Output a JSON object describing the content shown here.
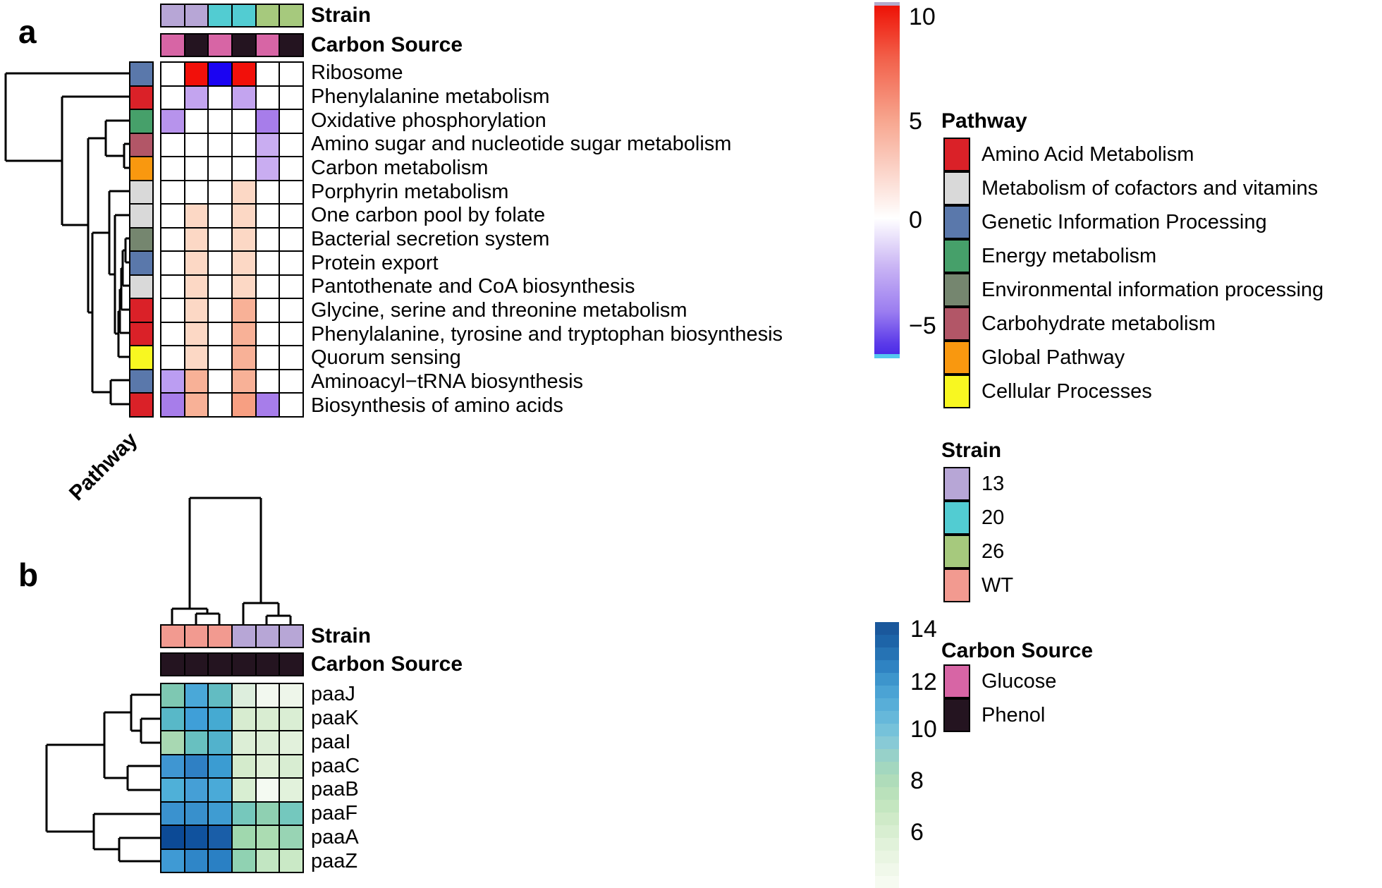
{
  "panel_a": {
    "letter": "a",
    "strain_label": "Strain",
    "carbon_label": "Carbon Source",
    "pathway_axis_label": "Pathway"
  },
  "panel_b": {
    "letter": "b",
    "strain_label": "Strain",
    "carbon_label": "Carbon Source"
  },
  "legends": {
    "pathway": {
      "title": "Pathway",
      "entries": [
        {
          "label": "Amino Acid Metabolism",
          "color": "#da2128"
        },
        {
          "label": "Metabolism of cofactors and vitamins",
          "color": "#d9d9d9"
        },
        {
          "label": "Genetic Information Processing",
          "color": "#5a78ab"
        },
        {
          "label": "Energy metabolism",
          "color": "#46a06a"
        },
        {
          "label": "Environmental information processing",
          "color": "#75866f"
        },
        {
          "label": "Carbohydrate metabolism",
          "color": "#b25667"
        },
        {
          "label": "Global Pathway",
          "color": "#f9980f"
        },
        {
          "label": "Cellular Processes",
          "color": "#f8f721"
        }
      ]
    },
    "strain": {
      "title": "Strain",
      "entries": [
        {
          "label": "13",
          "color": "#b7a6d6"
        },
        {
          "label": "20",
          "color": "#52ccd2"
        },
        {
          "label": "26",
          "color": "#a6c97d"
        },
        {
          "label": "WT",
          "color": "#f29a90"
        }
      ]
    },
    "carbon": {
      "title": "Carbon Source",
      "entries": [
        {
          "label": "Glucose",
          "color": "#d765a5"
        },
        {
          "label": "Phenol",
          "color": "#241420"
        }
      ]
    }
  },
  "colorbar_a": {
    "ticks": [
      "10",
      "5",
      "0",
      "−5"
    ],
    "top_cap_color": "#b3aacb",
    "bottom_cap_color": "#55c8ee",
    "gradient": [
      "#ee1206",
      "#f2604a",
      "#f7a68f",
      "#ffffff",
      "#c9b4f4",
      "#9a7cf0",
      "#5b3ae9",
      "#4b2ce8"
    ]
  },
  "colorbar_b": {
    "ticks": [
      "14",
      "12",
      "10",
      "8",
      "6"
    ],
    "band_colors": [
      "#1a589c",
      "#1d64a8",
      "#2673b4",
      "#2f83c2",
      "#3d95cc",
      "#4ba3d4",
      "#58aed8",
      "#66b8da",
      "#76c2da",
      "#88cad6",
      "#97d1c9",
      "#a3d7bf",
      "#afdcba",
      "#bae1bb",
      "#c4e6c0",
      "#cfeac8",
      "#d8eed1",
      "#e1f2da",
      "#e9f5e2",
      "#f0f8ea",
      "#f6fbf1"
    ]
  },
  "chart_data": [
    {
      "type": "heatmap",
      "panel": "a",
      "title": "Pathway enrichment heatmap",
      "legend_position": "right",
      "columns": [
        {
          "strain": "13",
          "carbon": "Glucose"
        },
        {
          "strain": "13",
          "carbon": "Phenol"
        },
        {
          "strain": "20",
          "carbon": "Glucose"
        },
        {
          "strain": "20",
          "carbon": "Phenol"
        },
        {
          "strain": "26",
          "carbon": "Glucose"
        },
        {
          "strain": "26",
          "carbon": "Phenol"
        }
      ],
      "rows": [
        "Ribosome",
        "Phenylalanine metabolism",
        "Oxidative phosphorylation",
        "Amino sugar and nucleotide sugar metabolism",
        "Carbon metabolism",
        "Porphyrin metabolism",
        "One carbon pool by folate",
        "Bacterial secretion system",
        "Protein export",
        "Pantothenate and CoA biosynthesis",
        "Glycine, serine and threonine metabolism",
        "Phenylalanine, tyrosine and tryptophan biosynthesis",
        "Quorum sensing",
        "Aminoacyl−tRNA biosynthesis",
        "Biosynthesis of amino acids"
      ],
      "row_categories": [
        "Genetic Information Processing",
        "Amino Acid Metabolism",
        "Energy metabolism",
        "Carbohydrate metabolism",
        "Global Pathway",
        "Metabolism of cofactors and vitamins",
        "Metabolism of cofactors and vitamins",
        "Environmental information processing",
        "Genetic Information Processing",
        "Metabolism of cofactors and vitamins",
        "Amino Acid Metabolism",
        "Amino Acid Metabolism",
        "Cellular Processes",
        "Genetic Information Processing",
        "Amino Acid Metabolism"
      ],
      "scale": {
        "min": -5,
        "max": 10,
        "ticks": [
          10,
          5,
          0,
          -5
        ]
      },
      "values": [
        [
          0,
          10,
          -5,
          10,
          0,
          0
        ],
        [
          0,
          -2,
          0,
          -2,
          0,
          0
        ],
        [
          -2,
          0,
          0,
          0,
          -3,
          0
        ],
        [
          0,
          0,
          0,
          0,
          -1.5,
          0
        ],
        [
          0,
          0,
          0,
          0,
          -1.5,
          0
        ],
        [
          0,
          0,
          0,
          1.5,
          0,
          0
        ],
        [
          0,
          1.5,
          0,
          1.5,
          0,
          0
        ],
        [
          0,
          1.5,
          0,
          1.5,
          0,
          0
        ],
        [
          0,
          1.5,
          0,
          1.5,
          0,
          0
        ],
        [
          0,
          1.5,
          0,
          1.5,
          0,
          0
        ],
        [
          0,
          1.5,
          0,
          3,
          0,
          0
        ],
        [
          0,
          1.5,
          0,
          3,
          0,
          0
        ],
        [
          0,
          1.5,
          0,
          3,
          0,
          0
        ],
        [
          -2,
          3,
          0,
          3,
          0,
          0
        ],
        [
          -3,
          3,
          0,
          3.5,
          -3,
          0
        ]
      ],
      "cell_colors": [
        [
          "#ffffff",
          "#f2100a",
          "#1b04f2",
          "#f2100a",
          "#ffffff",
          "#ffffff"
        ],
        [
          "#ffffff",
          "#c3a4ef",
          "#ffffff",
          "#c3a4ef",
          "#ffffff",
          "#ffffff"
        ],
        [
          "#b793ec",
          "#ffffff",
          "#ffffff",
          "#ffffff",
          "#a77dea",
          "#ffffff"
        ],
        [
          "#ffffff",
          "#ffffff",
          "#ffffff",
          "#ffffff",
          "#c9adf1",
          "#ffffff"
        ],
        [
          "#ffffff",
          "#ffffff",
          "#ffffff",
          "#ffffff",
          "#c9adf1",
          "#ffffff"
        ],
        [
          "#ffffff",
          "#ffffff",
          "#ffffff",
          "#fcd8c5",
          "#ffffff",
          "#ffffff"
        ],
        [
          "#ffffff",
          "#fcd8c5",
          "#ffffff",
          "#fcd8c5",
          "#ffffff",
          "#ffffff"
        ],
        [
          "#ffffff",
          "#fcd8c5",
          "#ffffff",
          "#fcd8c5",
          "#ffffff",
          "#ffffff"
        ],
        [
          "#ffffff",
          "#fcd8c5",
          "#ffffff",
          "#fcd8c5",
          "#ffffff",
          "#ffffff"
        ],
        [
          "#ffffff",
          "#fcd8c5",
          "#ffffff",
          "#fcd8c5",
          "#ffffff",
          "#ffffff"
        ],
        [
          "#ffffff",
          "#fcd8c5",
          "#ffffff",
          "#f8b197",
          "#ffffff",
          "#ffffff"
        ],
        [
          "#ffffff",
          "#fcd8c5",
          "#ffffff",
          "#f8b197",
          "#ffffff",
          "#ffffff"
        ],
        [
          "#ffffff",
          "#fcd8c5",
          "#ffffff",
          "#f8b197",
          "#ffffff",
          "#ffffff"
        ],
        [
          "#bb9df2",
          "#f8b197",
          "#ffffff",
          "#f8b197",
          "#ffffff",
          "#ffffff"
        ],
        [
          "#a77dea",
          "#f8b197",
          "#ffffff",
          "#f79f82",
          "#a77dea",
          "#ffffff"
        ]
      ]
    },
    {
      "type": "heatmap",
      "panel": "b",
      "title": "paa gene expression heatmap",
      "legend_position": "right",
      "columns": [
        {
          "strain": "WT",
          "carbon": "Phenol"
        },
        {
          "strain": "WT",
          "carbon": "Phenol"
        },
        {
          "strain": "WT",
          "carbon": "Phenol"
        },
        {
          "strain": "13",
          "carbon": "Phenol"
        },
        {
          "strain": "13",
          "carbon": "Phenol"
        },
        {
          "strain": "13",
          "carbon": "Phenol"
        }
      ],
      "rows": [
        "paaJ",
        "paaK",
        "paaI",
        "paaC",
        "paaB",
        "paaF",
        "paaA",
        "paaZ"
      ],
      "scale": {
        "min": 4,
        "max": 14,
        "ticks": [
          14,
          12,
          10,
          8,
          6
        ]
      },
      "values": [
        [
          9.5,
          11,
          10,
          6,
          4.5,
          5
        ],
        [
          10,
          11.5,
          11,
          6.5,
          6.5,
          6.5
        ],
        [
          8.5,
          10,
          10.5,
          6,
          6,
          5.5
        ],
        [
          11.5,
          12,
          11.5,
          6.5,
          6,
          6.5
        ],
        [
          10.5,
          11.5,
          11,
          6.5,
          4.5,
          5.5
        ],
        [
          12,
          12,
          11.5,
          9.5,
          9,
          9.5
        ],
        [
          13.5,
          13.5,
          13,
          8.5,
          8,
          8.5
        ],
        [
          11.5,
          12,
          12,
          9,
          7,
          7
        ]
      ],
      "cell_colors": [
        [
          "#7ec8b2",
          "#4aa8d8",
          "#62bcc2",
          "#ddeedd",
          "#f2f8ef",
          "#eef6ea"
        ],
        [
          "#58b8c8",
          "#3f9fd8",
          "#45aad2",
          "#d7ecd0",
          "#d9edd2",
          "#daeed4"
        ],
        [
          "#a8d8b2",
          "#68c0c0",
          "#52b2cc",
          "#dceed6",
          "#dceed6",
          "#e2f1dc"
        ],
        [
          "#3f96d2",
          "#2f80c4",
          "#3b9cd2",
          "#d4ebcc",
          "#e0f0d8",
          "#d8edd2"
        ],
        [
          "#4fb0d8",
          "#459fd6",
          "#4aaad8",
          "#d8eed2",
          "#f4faf2",
          "#e2f2dc"
        ],
        [
          "#3a92cf",
          "#3890cc",
          "#3f9cd2",
          "#76c8bc",
          "#8fd0b2",
          "#74c8be"
        ],
        [
          "#0c4a96",
          "#10529e",
          "#1a5ea8",
          "#a0d8ae",
          "#abdcb2",
          "#98d4b4"
        ],
        [
          "#3f9ad4",
          "#2f86c8",
          "#2a80c4",
          "#90d2b2",
          "#c2e6c2",
          "#cae9c6"
        ]
      ]
    }
  ]
}
